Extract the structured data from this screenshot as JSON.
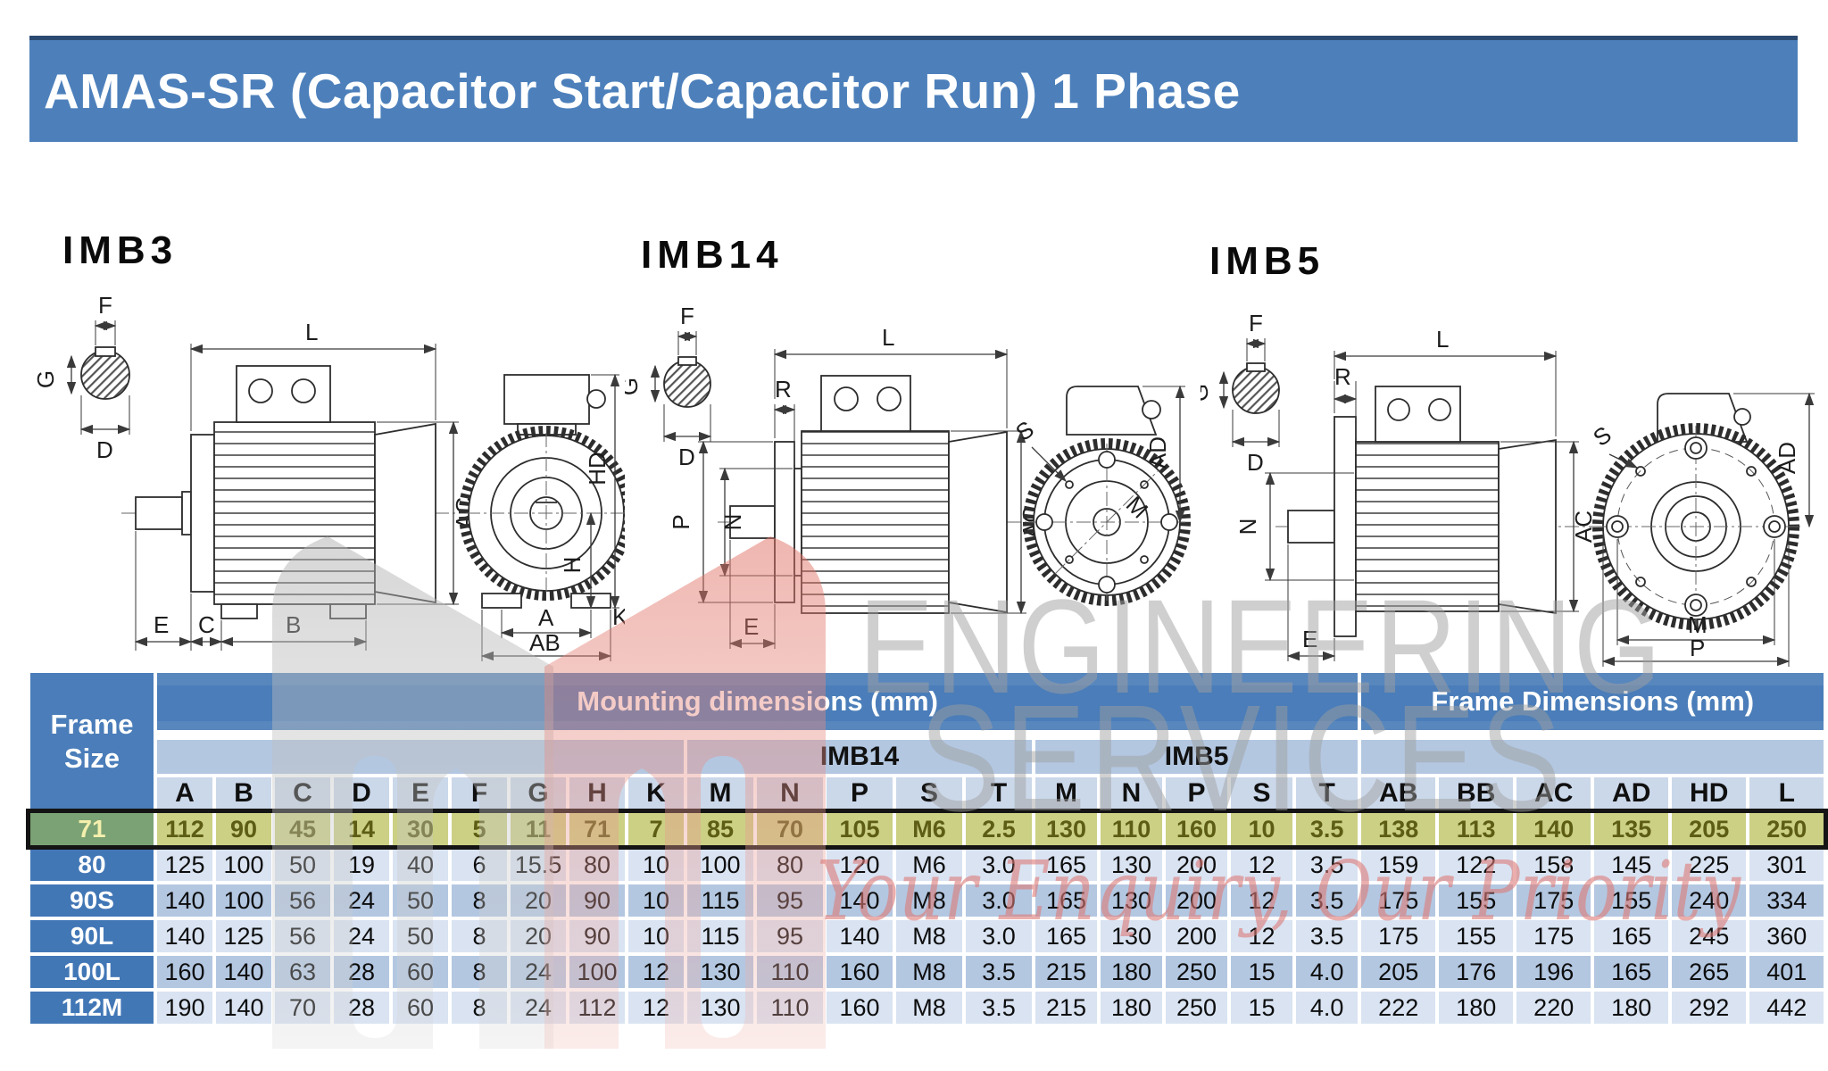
{
  "title": "AMAS-SR (Capacitor Start/Capacitor Run) 1 Phase",
  "drawings": {
    "imb3": {
      "title": "IMB3",
      "labels": {
        "f": "F",
        "g": "G",
        "d": "D",
        "l": "L",
        "ac": "AC",
        "e": "E",
        "c": "C",
        "b": "B",
        "hd": "HD",
        "h": "H",
        "a": "A",
        "ab": "AB",
        "k": "K"
      }
    },
    "imb14": {
      "title": "IMB14",
      "labels": {
        "f": "F",
        "g": "G",
        "d": "D",
        "r": "R",
        "l": "L",
        "p": "P",
        "n": "N",
        "e": "E",
        "ac": "AC",
        "s": "S",
        "m": "M",
        "ad": "AD"
      }
    },
    "imb5": {
      "title": "IMB5",
      "labels": {
        "f": "F",
        "g": "G",
        "d": "D",
        "r": "R",
        "l": "L",
        "n": "N",
        "e": "E",
        "ac": "AC",
        "s": "S",
        "ad": "AD",
        "m": "M",
        "p": "P"
      }
    }
  },
  "watermark": {
    "logo": "mm-logo",
    "line1": "ENGINEERING",
    "line2": "SERVICES",
    "tagline": "Your Enquiry, Our Priority"
  },
  "table": {
    "frame_size_header": "Frame Size",
    "mounting_header": "Mounting dimensions (mm)",
    "frame_dim_header": "Frame Dimensions (mm)",
    "imb14_subheader": "IMB14",
    "imb5_subheader": "IMB5",
    "columns": [
      "A",
      "B",
      "C",
      "D",
      "E",
      "F",
      "G",
      "H",
      "K",
      "M",
      "N",
      "P",
      "S",
      "T",
      "M",
      "N",
      "P",
      "S",
      "T",
      "AB",
      "BB",
      "AC",
      "AD",
      "HD",
      "L"
    ],
    "rows": [
      {
        "frame": "71",
        "highlight": true,
        "values": [
          "112",
          "90",
          "45",
          "14",
          "30",
          "5",
          "11",
          "71",
          "7",
          "85",
          "70",
          "105",
          "M6",
          "2.5",
          "130",
          "110",
          "160",
          "10",
          "3.5",
          "138",
          "113",
          "140",
          "135",
          "205",
          "250"
        ]
      },
      {
        "frame": "80",
        "highlight": false,
        "values": [
          "125",
          "100",
          "50",
          "19",
          "40",
          "6",
          "15.5",
          "80",
          "10",
          "100",
          "80",
          "120",
          "M6",
          "3.0",
          "165",
          "130",
          "200",
          "12",
          "3.5",
          "159",
          "122",
          "158",
          "145",
          "225",
          "301"
        ]
      },
      {
        "frame": "90S",
        "highlight": false,
        "values": [
          "140",
          "100",
          "56",
          "24",
          "50",
          "8",
          "20",
          "90",
          "10",
          "115",
          "95",
          "140",
          "M8",
          "3.0",
          "165",
          "130",
          "200",
          "12",
          "3.5",
          "175",
          "155",
          "175",
          "155",
          "240",
          "334"
        ]
      },
      {
        "frame": "90L",
        "highlight": false,
        "values": [
          "140",
          "125",
          "56",
          "24",
          "50",
          "8",
          "20",
          "90",
          "10",
          "115",
          "95",
          "140",
          "M8",
          "3.0",
          "165",
          "130",
          "200",
          "12",
          "3.5",
          "175",
          "155",
          "175",
          "165",
          "245",
          "360"
        ]
      },
      {
        "frame": "100L",
        "highlight": false,
        "values": [
          "160",
          "140",
          "63",
          "28",
          "60",
          "8",
          "24",
          "100",
          "12",
          "130",
          "110",
          "160",
          "M8",
          "3.5",
          "215",
          "180",
          "250",
          "15",
          "4.0",
          "205",
          "176",
          "196",
          "165",
          "265",
          "401"
        ]
      },
      {
        "frame": "112M",
        "highlight": false,
        "values": [
          "190",
          "140",
          "70",
          "28",
          "60",
          "8",
          "24",
          "112",
          "12",
          "130",
          "110",
          "160",
          "M8",
          "3.5",
          "215",
          "180",
          "250",
          "15",
          "4.0",
          "222",
          "180",
          "220",
          "180",
          "292",
          "442"
        ]
      }
    ]
  },
  "colors": {
    "header_blue": "#4a7db9",
    "banner_blue": "#4d80bb",
    "band_blue": "#b3c7e1",
    "letter_band": "#cbd8ea",
    "row_light": "#d9e3f2",
    "row_dark": "#b3c7e1",
    "highlight_yellow": "#f1eb9e",
    "highlight_cell": "#cbd084",
    "highlight_frame_cell": "#7ba274",
    "watermark_grey": "#bdbdbd",
    "watermark_red": "#e07b6e",
    "tagline_pink": "#dc7a76"
  }
}
